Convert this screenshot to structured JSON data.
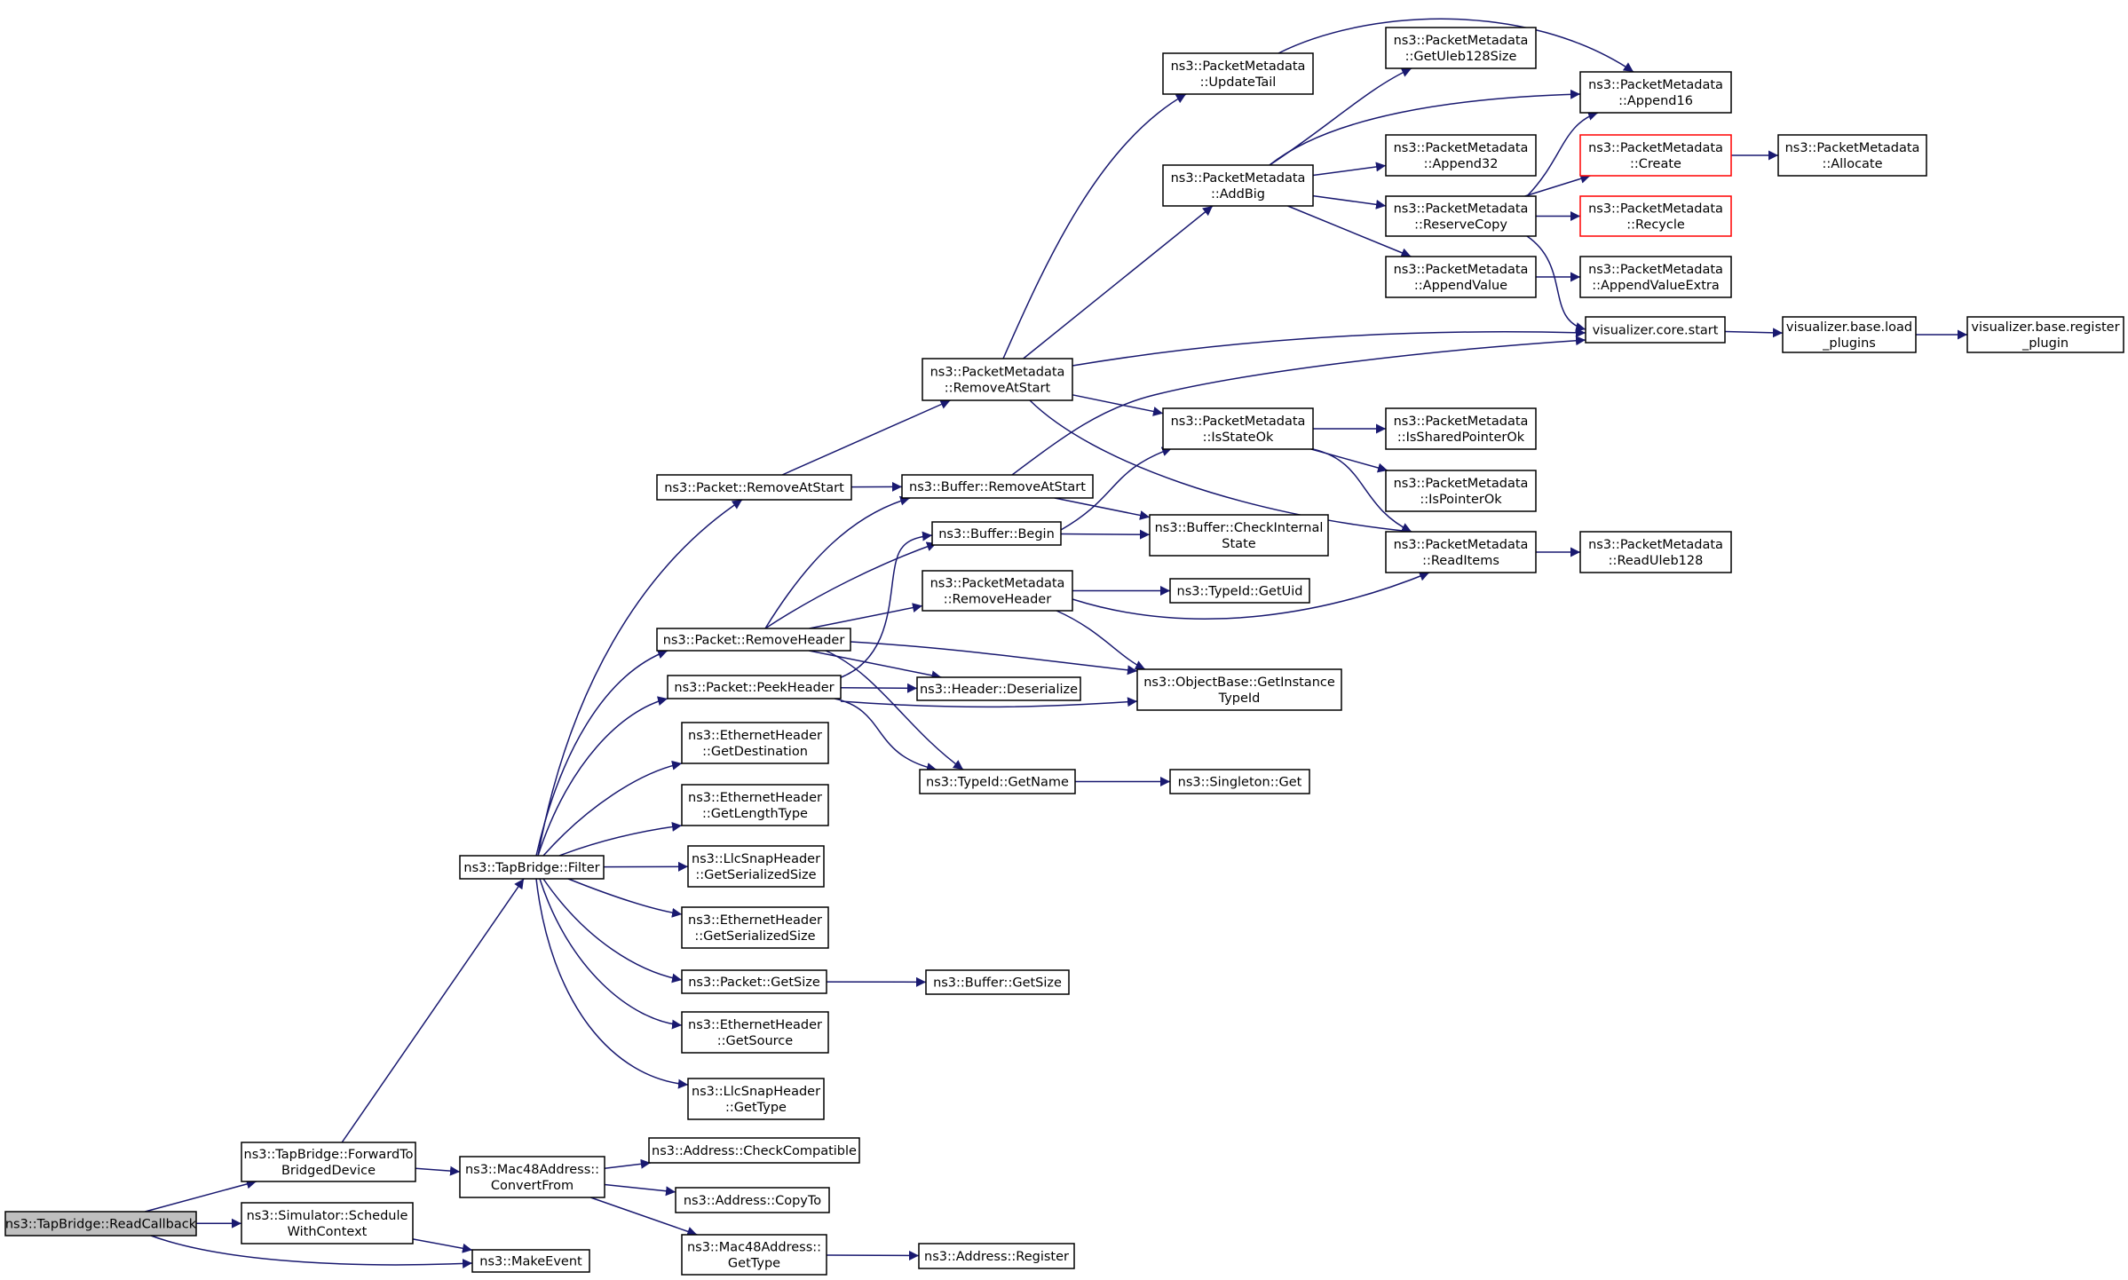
{
  "diagram": {
    "nodes": [
      {
        "id": "readcallback",
        "lines": [
          "ns3::TapBridge::ReadCallback"
        ],
        "style": "root"
      },
      {
        "id": "forwardto",
        "lines": [
          "ns3::TapBridge::ForwardTo",
          "BridgedDevice"
        ]
      },
      {
        "id": "schedule",
        "lines": [
          "ns3::Simulator::Schedule",
          "WithContext"
        ]
      },
      {
        "id": "makeevent",
        "lines": [
          "ns3::MakeEvent"
        ]
      },
      {
        "id": "filter",
        "lines": [
          "ns3::TapBridge::Filter"
        ]
      },
      {
        "id": "mac48convert",
        "lines": [
          "ns3::Mac48Address::",
          "ConvertFrom"
        ]
      },
      {
        "id": "checkcompat",
        "lines": [
          "ns3::Address::CheckCompatible"
        ]
      },
      {
        "id": "copyto",
        "lines": [
          "ns3::Address::CopyTo"
        ]
      },
      {
        "id": "mac48gettype",
        "lines": [
          "ns3::Mac48Address::",
          "GetType"
        ]
      },
      {
        "id": "register",
        "lines": [
          "ns3::Address::Register"
        ]
      },
      {
        "id": "pktremoveatstart",
        "lines": [
          "ns3::Packet::RemoveAtStart"
        ]
      },
      {
        "id": "pktremoveheader",
        "lines": [
          "ns3::Packet::RemoveHeader"
        ]
      },
      {
        "id": "pktpeekheader",
        "lines": [
          "ns3::Packet::PeekHeader"
        ]
      },
      {
        "id": "ethgetdest",
        "lines": [
          "ns3::EthernetHeader",
          "::GetDestination"
        ]
      },
      {
        "id": "ethgetlentype",
        "lines": [
          "ns3::EthernetHeader",
          "::GetLengthType"
        ]
      },
      {
        "id": "llcgetsersize",
        "lines": [
          "ns3::LlcSnapHeader",
          "::GetSerializedSize"
        ]
      },
      {
        "id": "ethgetsersize",
        "lines": [
          "ns3::EthernetHeader",
          "::GetSerializedSize"
        ]
      },
      {
        "id": "pktgetsize",
        "lines": [
          "ns3::Packet::GetSize"
        ]
      },
      {
        "id": "ethgetsource",
        "lines": [
          "ns3::EthernetHeader",
          "::GetSource"
        ]
      },
      {
        "id": "llcgettype",
        "lines": [
          "ns3::LlcSnapHeader",
          "::GetType"
        ]
      },
      {
        "id": "pmremoveatstart",
        "lines": [
          "ns3::PacketMetadata",
          "::RemoveAtStart"
        ]
      },
      {
        "id": "bufremoveatstart",
        "lines": [
          "ns3::Buffer::RemoveAtStart"
        ]
      },
      {
        "id": "bufbegin",
        "lines": [
          "ns3::Buffer::Begin"
        ]
      },
      {
        "id": "pmremoveheader",
        "lines": [
          "ns3::PacketMetadata",
          "::RemoveHeader"
        ]
      },
      {
        "id": "hdrdeserialize",
        "lines": [
          "ns3::Header::Deserialize"
        ]
      },
      {
        "id": "typeidgetname",
        "lines": [
          "ns3::TypeId::GetName"
        ]
      },
      {
        "id": "bufgetsize",
        "lines": [
          "ns3::Buffer::GetSize"
        ]
      },
      {
        "id": "pmupdatetail",
        "lines": [
          "ns3::PacketMetadata",
          "::UpdateTail"
        ]
      },
      {
        "id": "pmaddbig",
        "lines": [
          "ns3::PacketMetadata",
          "::AddBig"
        ]
      },
      {
        "id": "pmisstateok",
        "lines": [
          "ns3::PacketMetadata",
          "::IsStateOk"
        ]
      },
      {
        "id": "bufcheckinternal",
        "lines": [
          "ns3::Buffer::CheckInternal",
          "State"
        ]
      },
      {
        "id": "typeidgetuid",
        "lines": [
          "ns3::TypeId::GetUid"
        ]
      },
      {
        "id": "objgetinstance",
        "lines": [
          "ns3::ObjectBase::GetInstance",
          "TypeId"
        ]
      },
      {
        "id": "singletonget",
        "lines": [
          "ns3::Singleton::Get"
        ]
      },
      {
        "id": "pmgetuleb",
        "lines": [
          "ns3::PacketMetadata",
          "::GetUleb128Size"
        ]
      },
      {
        "id": "pmappend32",
        "lines": [
          "ns3::PacketMetadata",
          "::Append32"
        ]
      },
      {
        "id": "pmreservecopy",
        "lines": [
          "ns3::PacketMetadata",
          "::ReserveCopy"
        ]
      },
      {
        "id": "pmappendvalue",
        "lines": [
          "ns3::PacketMetadata",
          "::AppendValue"
        ]
      },
      {
        "id": "pmissharedptr",
        "lines": [
          "ns3::PacketMetadata",
          "::IsSharedPointerOk"
        ]
      },
      {
        "id": "pmisptr",
        "lines": [
          "ns3::PacketMetadata",
          "::IsPointerOk"
        ]
      },
      {
        "id": "pmreaditems",
        "lines": [
          "ns3::PacketMetadata",
          "::ReadItems"
        ]
      },
      {
        "id": "pmappend16",
        "lines": [
          "ns3::PacketMetadata",
          "::Append16"
        ]
      },
      {
        "id": "pmcreate",
        "lines": [
          "ns3::PacketMetadata",
          "::Create"
        ],
        "style": "red"
      },
      {
        "id": "pmrecycle",
        "lines": [
          "ns3::PacketMetadata",
          "::Recycle"
        ],
        "style": "red"
      },
      {
        "id": "pmappendvalueextra",
        "lines": [
          "ns3::PacketMetadata",
          "::AppendValueExtra"
        ]
      },
      {
        "id": "viscorestart",
        "lines": [
          "visualizer.core.start"
        ]
      },
      {
        "id": "pmreaduleb",
        "lines": [
          "ns3::PacketMetadata",
          "::ReadUleb128"
        ]
      },
      {
        "id": "pmallocate",
        "lines": [
          "ns3::PacketMetadata",
          "::Allocate"
        ]
      },
      {
        "id": "visloadplugins",
        "lines": [
          "visualizer.base.load",
          "_plugins"
        ]
      },
      {
        "id": "visregisterplugin",
        "lines": [
          "visualizer.base.register",
          "_plugin"
        ]
      }
    ],
    "edges": [
      [
        "readcallback",
        "forwardto"
      ],
      [
        "readcallback",
        "schedule"
      ],
      [
        "readcallback",
        "makeevent"
      ],
      [
        "schedule",
        "makeevent"
      ],
      [
        "forwardto",
        "filter"
      ],
      [
        "forwardto",
        "mac48convert"
      ],
      [
        "mac48convert",
        "checkcompat"
      ],
      [
        "mac48convert",
        "copyto"
      ],
      [
        "mac48convert",
        "mac48gettype"
      ],
      [
        "mac48gettype",
        "register"
      ],
      [
        "filter",
        "pktremoveatstart"
      ],
      [
        "filter",
        "pktremoveheader"
      ],
      [
        "filter",
        "pktpeekheader"
      ],
      [
        "filter",
        "ethgetdest"
      ],
      [
        "filter",
        "ethgetlentype"
      ],
      [
        "filter",
        "llcgetsersize"
      ],
      [
        "filter",
        "ethgetsersize"
      ],
      [
        "filter",
        "pktgetsize"
      ],
      [
        "filter",
        "ethgetsource"
      ],
      [
        "filter",
        "llcgettype"
      ],
      [
        "pktgetsize",
        "bufgetsize"
      ],
      [
        "pktremoveatstart",
        "pmremoveatstart"
      ],
      [
        "pktremoveatstart",
        "bufremoveatstart"
      ],
      [
        "pktremoveheader",
        "bufremoveatstart"
      ],
      [
        "pktremoveheader",
        "bufbegin"
      ],
      [
        "pktremoveheader",
        "pmremoveheader"
      ],
      [
        "pktremoveheader",
        "hdrdeserialize"
      ],
      [
        "pktremoveheader",
        "objgetinstance"
      ],
      [
        "pktremoveheader",
        "typeidgetname"
      ],
      [
        "pktpeekheader",
        "bufbegin"
      ],
      [
        "pktpeekheader",
        "hdrdeserialize"
      ],
      [
        "pktpeekheader",
        "objgetinstance"
      ],
      [
        "pktpeekheader",
        "typeidgetname"
      ],
      [
        "pmremoveatstart",
        "pmupdatetail"
      ],
      [
        "pmremoveatstart",
        "pmaddbig"
      ],
      [
        "pmremoveatstart",
        "viscorestart"
      ],
      [
        "pmremoveatstart",
        "pmisstateok"
      ],
      [
        "pmremoveatstart",
        "pmreaditems"
      ],
      [
        "bufremoveatstart",
        "viscorestart"
      ],
      [
        "bufremoveatstart",
        "bufcheckinternal"
      ],
      [
        "bufbegin",
        "bufcheckinternal"
      ],
      [
        "bufbegin",
        "pmisstateok"
      ],
      [
        "pmremoveheader",
        "typeidgetuid"
      ],
      [
        "pmremoveheader",
        "objgetinstance"
      ],
      [
        "pmremoveheader",
        "pmreaditems"
      ],
      [
        "typeidgetname",
        "singletonget"
      ],
      [
        "pmupdatetail",
        "pmappend16"
      ],
      [
        "pmaddbig",
        "pmgetuleb"
      ],
      [
        "pmaddbig",
        "pmappend16"
      ],
      [
        "pmaddbig",
        "pmappend32"
      ],
      [
        "pmaddbig",
        "pmreservecopy"
      ],
      [
        "pmaddbig",
        "pmappendvalue"
      ],
      [
        "pmreservecopy",
        "pmappend16"
      ],
      [
        "pmreservecopy",
        "pmcreate"
      ],
      [
        "pmreservecopy",
        "pmrecycle"
      ],
      [
        "pmreservecopy",
        "viscorestart"
      ],
      [
        "pmappendvalue",
        "pmappendvalueextra"
      ],
      [
        "pmisstateok",
        "pmissharedptr"
      ],
      [
        "pmisstateok",
        "pmisptr"
      ],
      [
        "pmisstateok",
        "pmreaditems"
      ],
      [
        "pmreaditems",
        "pmreaduleb"
      ],
      [
        "pmcreate",
        "pmallocate"
      ],
      [
        "viscorestart",
        "visloadplugins"
      ],
      [
        "visloadplugins",
        "visregisterplugin"
      ]
    ],
    "colors": {
      "edge": "#191970",
      "node_border": "#000000",
      "root_fill": "#bfbfbf",
      "highlight_border": "#ff0000"
    }
  }
}
